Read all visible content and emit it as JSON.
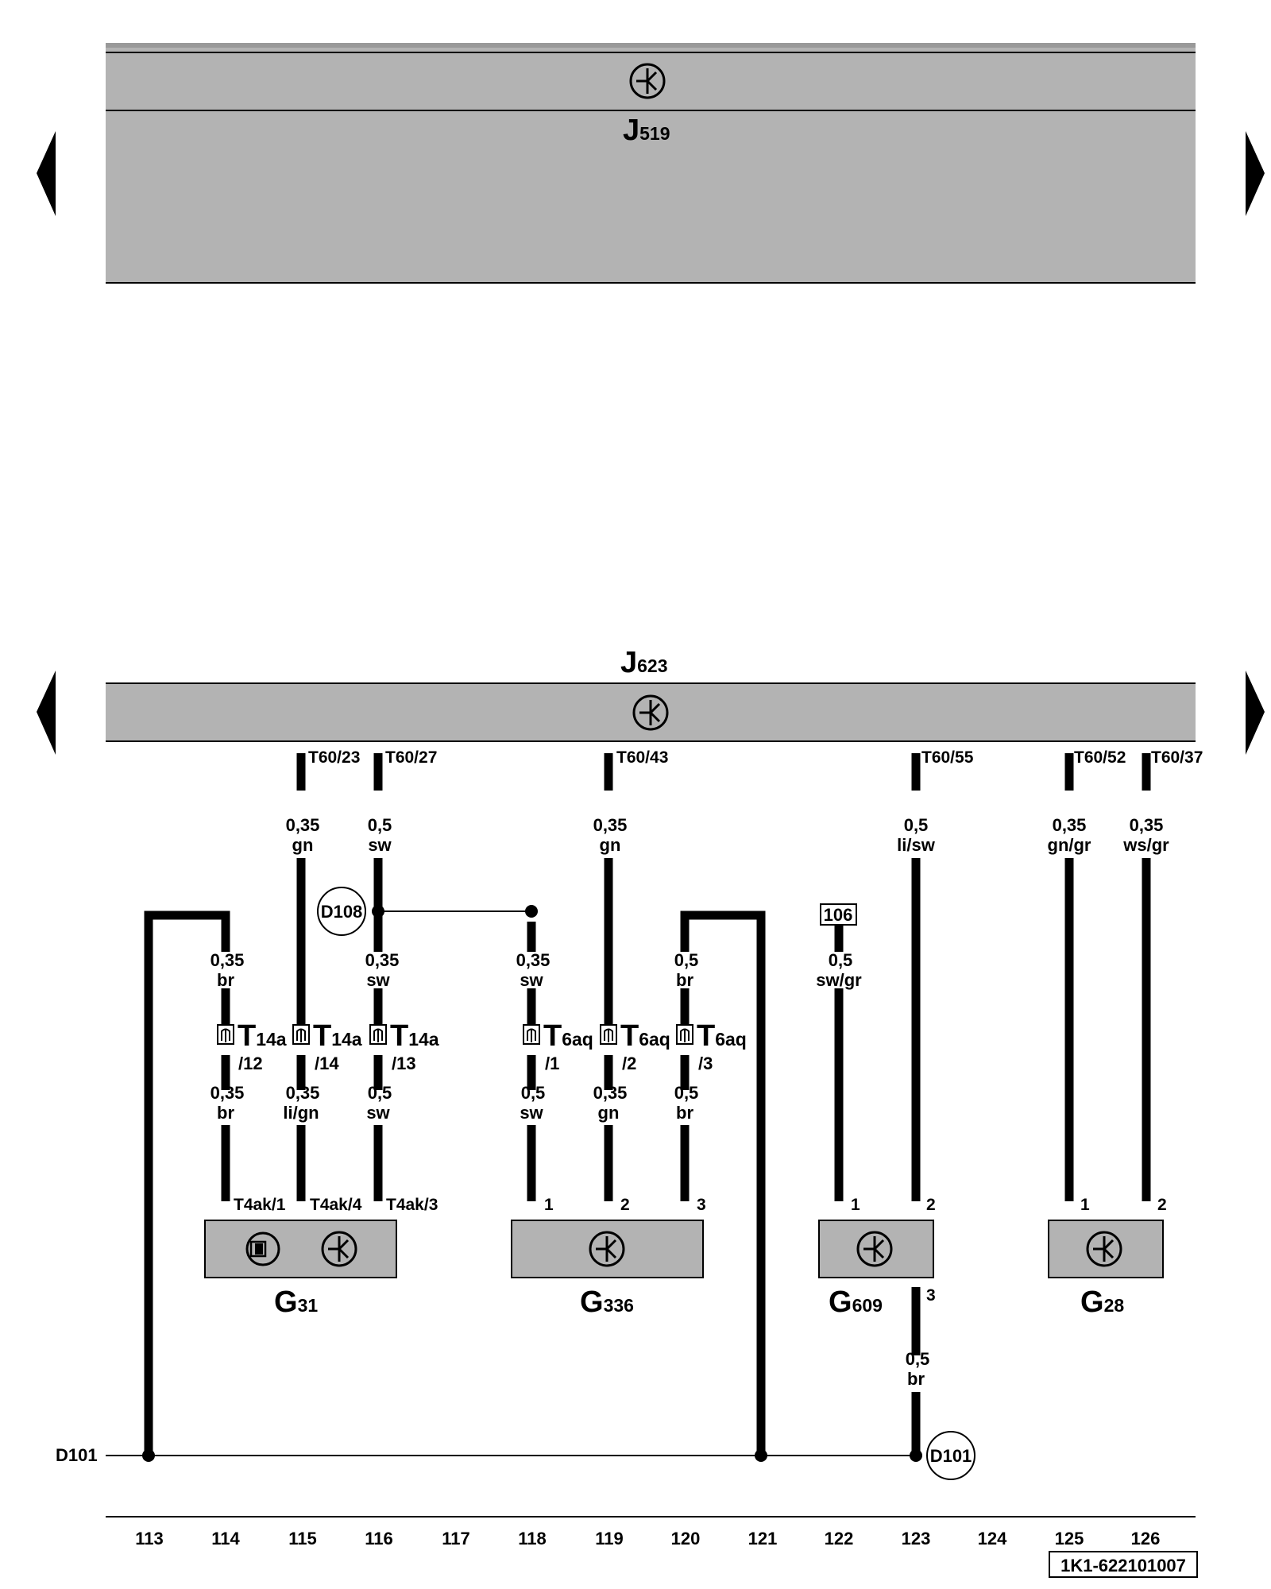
{
  "components": {
    "j519": {
      "letter": "J",
      "sub": "519"
    },
    "j623": {
      "letter": "J",
      "sub": "623"
    },
    "g31": {
      "letter": "G",
      "sub": "31"
    },
    "g336": {
      "letter": "G",
      "sub": "336"
    },
    "g609": {
      "letter": "G",
      "sub": "609"
    },
    "g28": {
      "letter": "G",
      "sub": "28"
    }
  },
  "j623_pins": [
    "T60/23",
    "T60/27",
    "T60/43",
    "T60/55",
    "T60/52",
    "T60/37"
  ],
  "wires": {
    "w115a": {
      "size": "0,35",
      "color": "gn"
    },
    "w116a": {
      "size": "0,5",
      "color": "sw"
    },
    "w119a": {
      "size": "0,35",
      "color": "gn"
    },
    "w123a": {
      "size": "0,5",
      "color": "li/sw"
    },
    "w125": {
      "size": "0,35",
      "color": "gn/gr"
    },
    "w126": {
      "size": "0,35",
      "color": "ws/gr"
    },
    "w114a": {
      "size": "0,35",
      "color": "br"
    },
    "w116b": {
      "size": "0,35",
      "color": "sw"
    },
    "w118a": {
      "size": "0,35",
      "color": "sw"
    },
    "w120a": {
      "size": "0,5",
      "color": "br"
    },
    "w122": {
      "size": "0,5",
      "color": "sw/gr"
    },
    "w114b": {
      "size": "0,35",
      "color": "br"
    },
    "w115b": {
      "size": "0,35",
      "color": "li/gn"
    },
    "w116c": {
      "size": "0,5",
      "color": "sw"
    },
    "w118b": {
      "size": "0,5",
      "color": "sw"
    },
    "w119b": {
      "size": "0,35",
      "color": "gn"
    },
    "w120b": {
      "size": "0,5",
      "color": "br"
    },
    "w123b": {
      "size": "0,5",
      "color": "br"
    }
  },
  "connectors": {
    "t14a_12": {
      "letter": "T",
      "sub": "14a",
      "pin": "/12"
    },
    "t14a_14": {
      "letter": "T",
      "sub": "14a",
      "pin": "/14"
    },
    "t14a_13": {
      "letter": "T",
      "sub": "14a",
      "pin": "/13"
    },
    "t6aq_1": {
      "letter": "T",
      "sub": "6aq",
      "pin": "/1"
    },
    "t6aq_2": {
      "letter": "T",
      "sub": "6aq",
      "pin": "/2"
    },
    "t6aq_3": {
      "letter": "T",
      "sub": "6aq",
      "pin": "/3"
    }
  },
  "g31_pins": [
    "T4ak/1",
    "T4ak/4",
    "T4ak/3"
  ],
  "g336_pins": [
    "1",
    "2",
    "3"
  ],
  "g609_pins": [
    "1",
    "2",
    "3"
  ],
  "g28_pins": [
    "1",
    "2"
  ],
  "splice_d108": "D108",
  "splice_d101": "D101",
  "ground_line_label": "D101",
  "ref_box": "106",
  "tracks": [
    "113",
    "114",
    "115",
    "116",
    "117",
    "118",
    "119",
    "120",
    "121",
    "122",
    "123",
    "124",
    "125",
    "126"
  ],
  "doc_id": "1K1-622101007",
  "colors": {
    "component_fill": "#b3b3b3",
    "line": "#000000"
  }
}
